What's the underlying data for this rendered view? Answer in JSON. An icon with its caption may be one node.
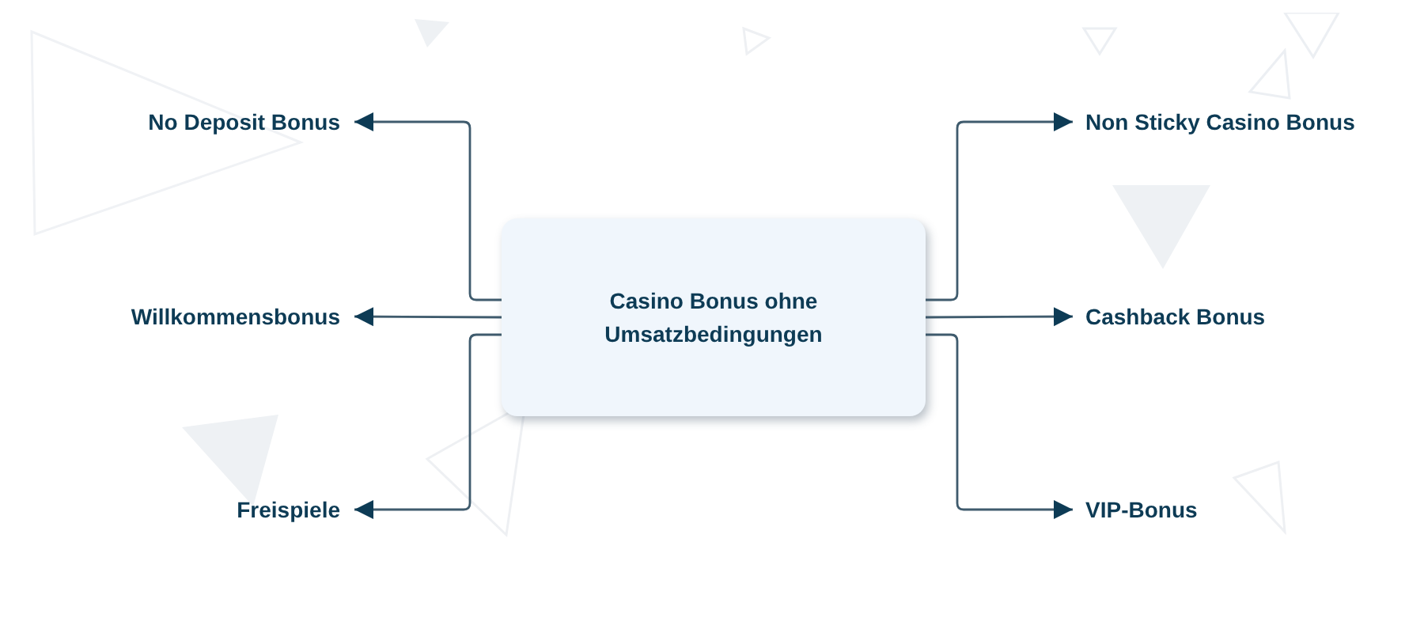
{
  "diagram": {
    "nodes": [
      {
        "text": [
          "Casino Bonus ohne Umsatzbedingungen"
        ]
      },
      {
        "text": [
          "No Deposit Bonus"
        ]
      },
      {
        "text": [
          "Willkommensbonus"
        ]
      },
      {
        "text": [
          "Freispiele"
        ]
      },
      {
        "text": [
          "Non Sticky Casino Bonus"
        ]
      },
      {
        "text": [
          "Cashback Bonus"
        ]
      },
      {
        "text": [
          "VIP-Bonus"
        ]
      }
    ],
    "edges": [
      {
        "from": 0,
        "to": 1,
        "arrow": "to"
      },
      {
        "from": 0,
        "to": 2,
        "arrow": "to"
      },
      {
        "from": 0,
        "to": 3,
        "arrow": "to"
      },
      {
        "from": 0,
        "to": 4,
        "arrow": "to"
      },
      {
        "from": 0,
        "to": 5,
        "arrow": "to"
      },
      {
        "from": 0,
        "to": 6,
        "arrow": "to"
      }
    ]
  }
}
